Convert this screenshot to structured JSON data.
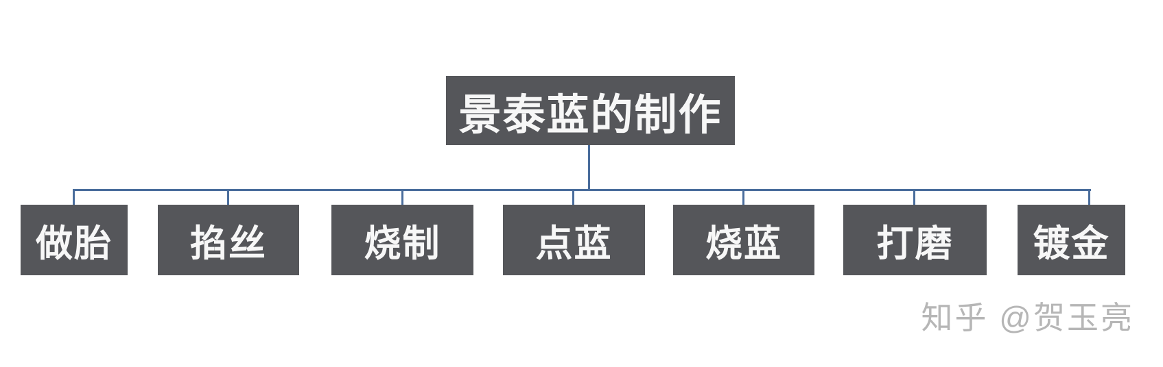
{
  "diagram": {
    "root": {
      "label": "景泰蓝的制作"
    },
    "steps": [
      {
        "label": "做胎"
      },
      {
        "label": "掐丝"
      },
      {
        "label": "烧制"
      },
      {
        "label": "点蓝"
      },
      {
        "label": "烧蓝"
      },
      {
        "label": "打磨"
      },
      {
        "label": "镀金"
      }
    ],
    "colors": {
      "node_fill": "#55565a",
      "node_text": "#f7f7f7",
      "connector_line": "#4a6d9c",
      "watermark_text": "#b6b6b6",
      "background": "#ffffff"
    }
  },
  "watermark": {
    "text": "知乎 @贺玉亮"
  }
}
